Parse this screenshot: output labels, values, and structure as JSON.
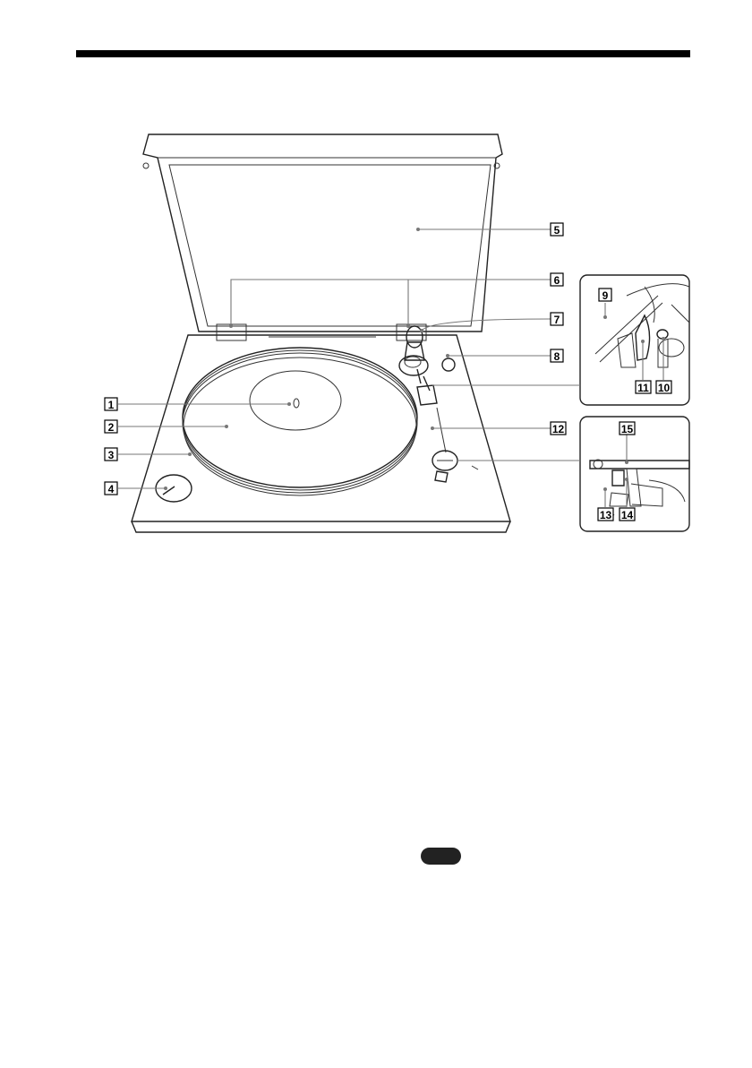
{
  "labels": [
    {
      "n": "1"
    },
    {
      "n": "2"
    },
    {
      "n": "3"
    },
    {
      "n": "4"
    },
    {
      "n": "5"
    },
    {
      "n": "6"
    },
    {
      "n": "7"
    },
    {
      "n": "8"
    },
    {
      "n": "9"
    },
    {
      "n": "10"
    },
    {
      "n": "11"
    },
    {
      "n": "12"
    },
    {
      "n": "13"
    },
    {
      "n": "14"
    },
    {
      "n": "15"
    }
  ],
  "colors": {
    "line": "#222222",
    "leader": "#777777",
    "rule": "#000000",
    "pill": "#222222"
  }
}
